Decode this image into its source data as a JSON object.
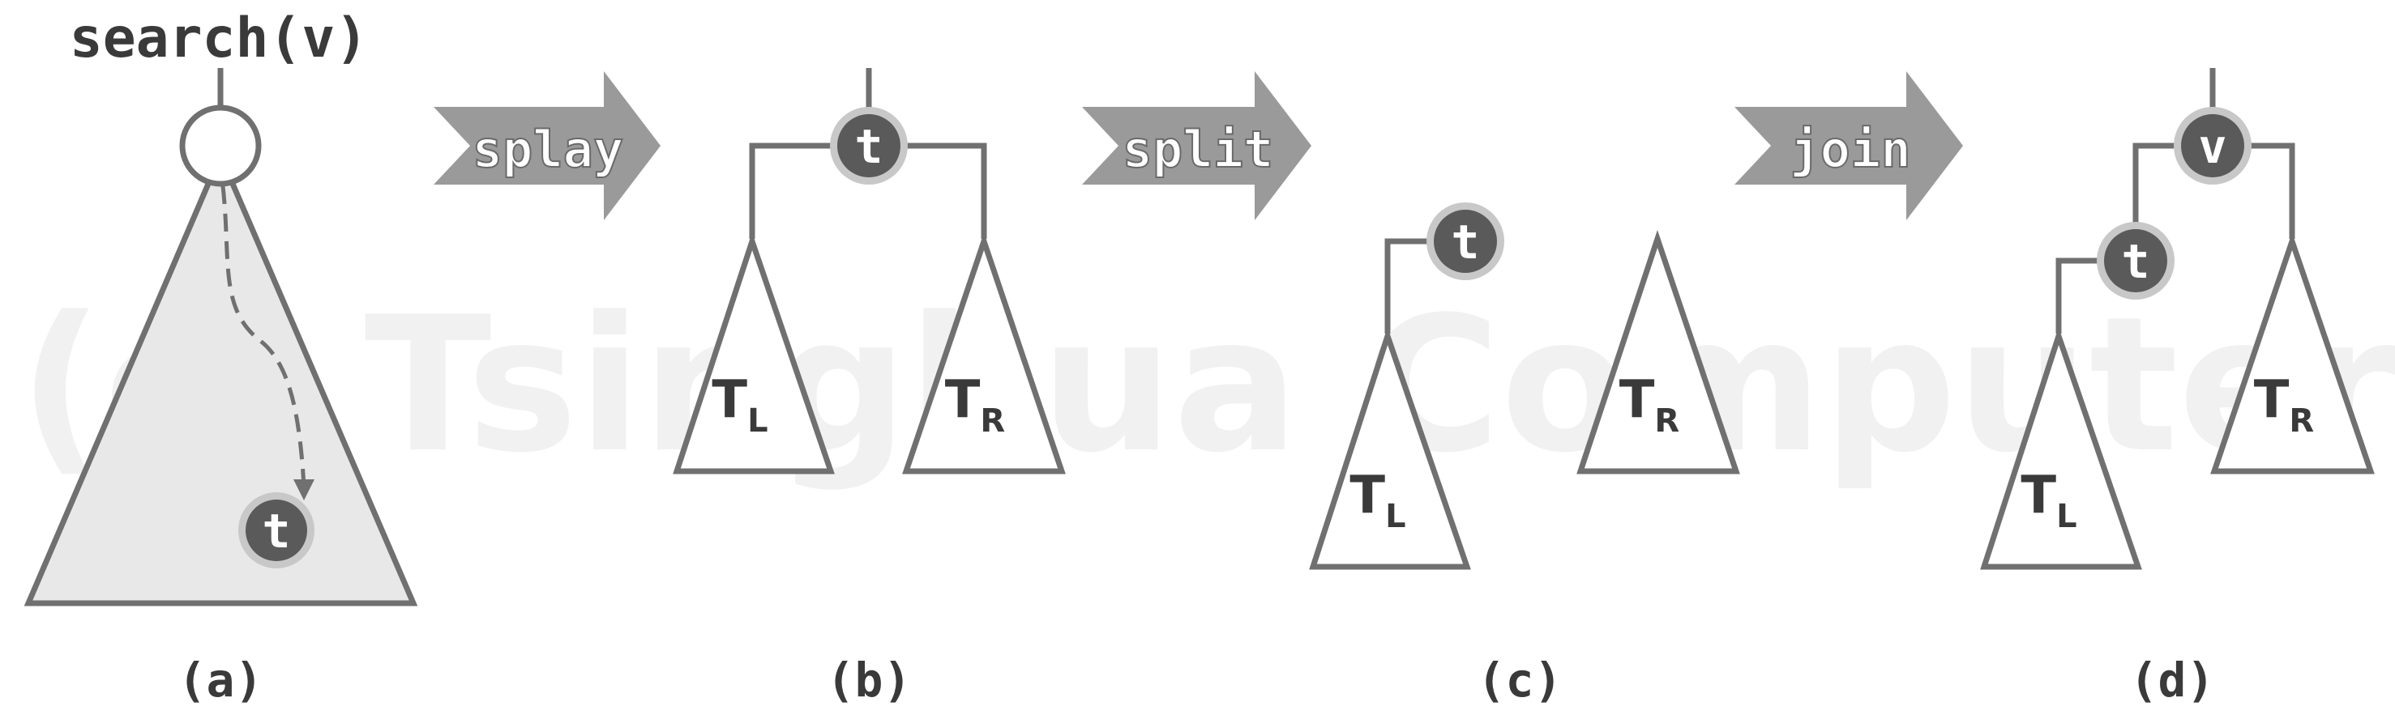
{
  "title": "search(v)",
  "watermark": "(c) Tsinghua Computer",
  "steps": {
    "splay": "splay",
    "split": "split",
    "join": "join"
  },
  "nodes": {
    "t": "t",
    "v": "v"
  },
  "subtrees": {
    "T": "T",
    "L": "L",
    "R": "R"
  },
  "panels": {
    "a": "(a)",
    "b": "(b)",
    "c": "(c)",
    "d": "(d)"
  },
  "colors": {
    "stroke": "#707070",
    "node_fill": "#5a5a5a",
    "node_ring": "#c8c8c8",
    "tree_fill": "#e8e8e8",
    "arrow_fill": "#9a9a9a",
    "text": "#3a3a3a",
    "watermark": "#f0f0f0"
  }
}
